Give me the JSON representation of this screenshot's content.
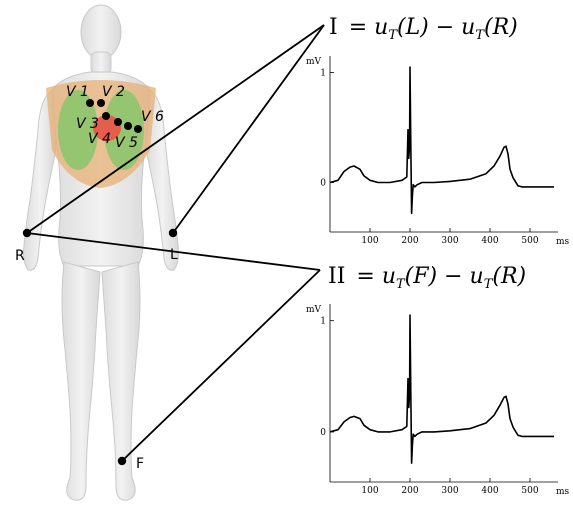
{
  "figure": {
    "electrodes": {
      "V1": "V 1",
      "V2": "V 2",
      "V3": "V 3",
      "V4": "V 4",
      "V5": "V 5",
      "V6": "V 6",
      "R": "R",
      "L": "L",
      "F": "F"
    },
    "lead_I": {
      "formula_lhs": "I",
      "formula_rhs": "= u",
      "sub1": "T",
      "arg1": "(L) − u",
      "sub2": "T",
      "arg2": "(R)"
    },
    "lead_II": {
      "formula_lhs": "II",
      "formula_rhs": "= u",
      "sub1": "T",
      "arg1": "(F) − u",
      "sub2": "T",
      "arg2": "(R)"
    },
    "colors": {
      "ink": "#000000",
      "heart": "#e8594a",
      "lungs": "#8cc56e",
      "ribs": "#e6b074",
      "body": "#e9e9e9"
    }
  },
  "chart_data": [
    {
      "type": "line",
      "title": "I = u_T(L) − u_T(R)",
      "ylabel": "mV",
      "xlabel": "ms",
      "xticks": [
        "100",
        "200",
        "300",
        "400",
        "500"
      ],
      "yticks": [
        "0",
        "1"
      ],
      "xlim": [
        0,
        560
      ],
      "ylim": [
        -0.45,
        1.15
      ],
      "x": [
        0,
        20,
        35,
        50,
        60,
        75,
        85,
        100,
        120,
        150,
        180,
        192,
        195,
        197,
        199,
        200,
        202,
        204,
        206,
        208,
        212,
        218,
        230,
        260,
        300,
        350,
        390,
        410,
        425,
        435,
        440,
        445,
        450,
        458,
        470,
        480,
        500,
        560
      ],
      "y": [
        0.0,
        0.02,
        0.1,
        0.14,
        0.15,
        0.12,
        0.06,
        0.02,
        0.0,
        0.0,
        0.02,
        0.05,
        0.48,
        0.22,
        0.35,
        1.05,
        0.35,
        -0.28,
        -0.12,
        -0.02,
        -0.04,
        -0.02,
        0.0,
        0.0,
        0.01,
        0.03,
        0.08,
        0.15,
        0.24,
        0.32,
        0.33,
        0.26,
        0.12,
        0.04,
        -0.03,
        -0.04,
        -0.04,
        -0.04
      ]
    },
    {
      "type": "line",
      "title": "II = u_T(F) − u_T(R)",
      "ylabel": "mV",
      "xlabel": "ms",
      "xticks": [
        "100",
        "200",
        "300",
        "400",
        "500"
      ],
      "yticks": [
        "0",
        "1"
      ],
      "xlim": [
        0,
        560
      ],
      "ylim": [
        -0.45,
        1.15
      ],
      "x": [
        0,
        20,
        35,
        50,
        60,
        75,
        85,
        100,
        120,
        150,
        180,
        192,
        195,
        197,
        199,
        200,
        202,
        204,
        206,
        208,
        212,
        218,
        230,
        260,
        300,
        350,
        390,
        410,
        425,
        435,
        440,
        445,
        450,
        458,
        470,
        480,
        500,
        560
      ],
      "y": [
        0.0,
        0.02,
        0.09,
        0.13,
        0.14,
        0.12,
        0.06,
        0.02,
        0.0,
        0.0,
        0.02,
        0.05,
        0.48,
        0.22,
        0.35,
        1.05,
        0.35,
        -0.28,
        -0.12,
        -0.02,
        -0.04,
        -0.02,
        0.0,
        0.0,
        0.01,
        0.03,
        0.08,
        0.15,
        0.24,
        0.31,
        0.32,
        0.25,
        0.12,
        0.04,
        -0.03,
        -0.04,
        -0.04,
        -0.04
      ]
    }
  ]
}
